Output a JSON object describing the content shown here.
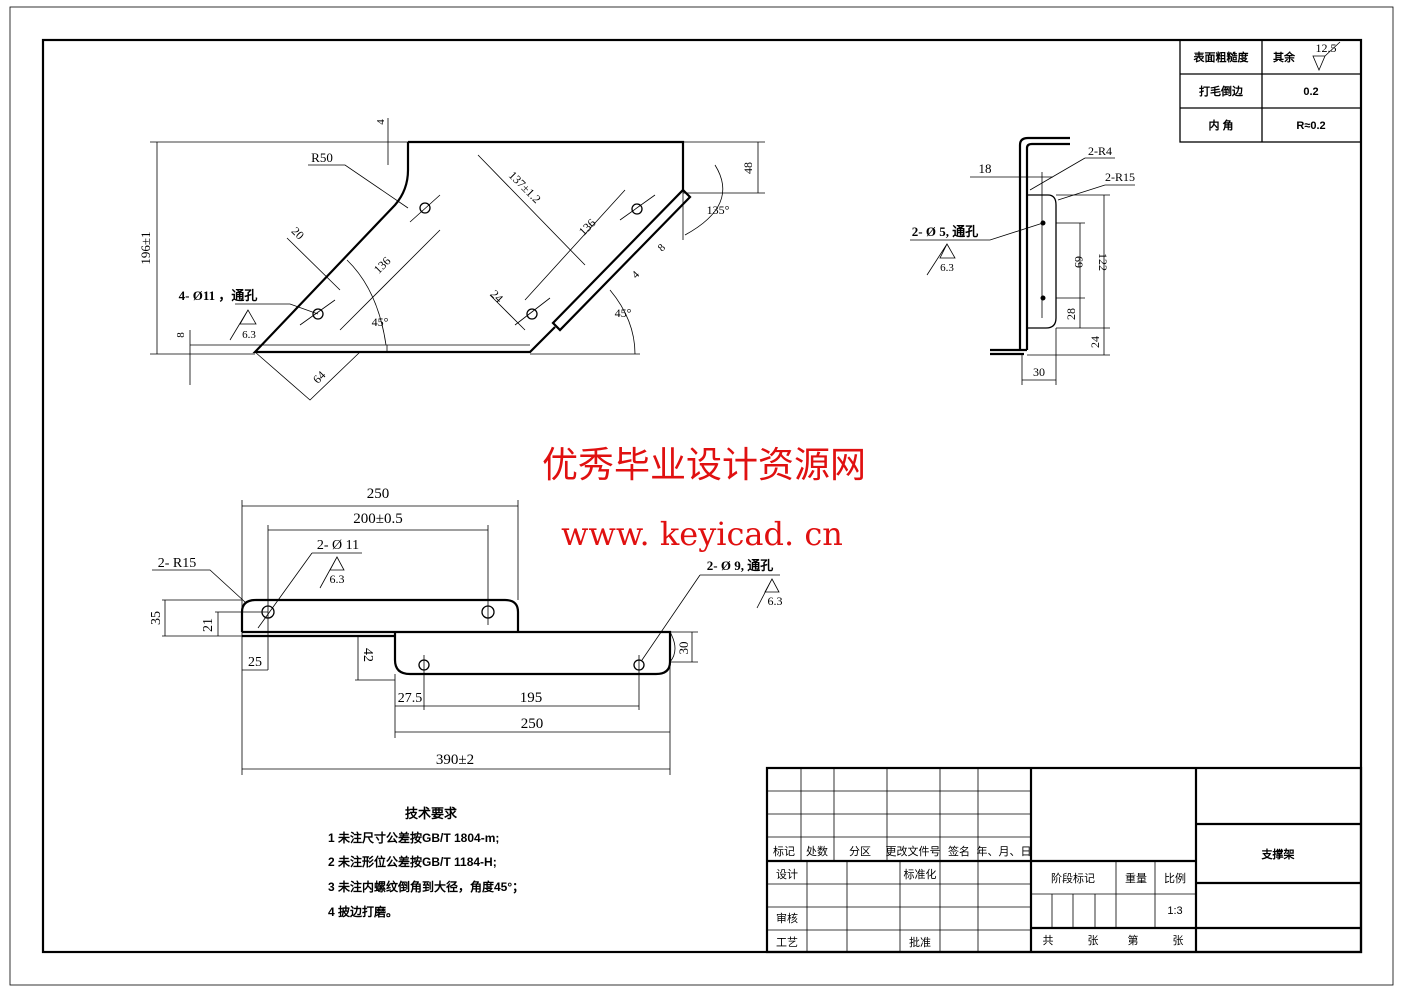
{
  "surface_table": {
    "rows": [
      {
        "label": "表面粗糙度",
        "value": "其余",
        "roughness": "12.5"
      },
      {
        "label": "打毛倒边",
        "value": "0.2"
      },
      {
        "label": "内    角",
        "value": "R≈0.2"
      }
    ]
  },
  "view_top_left": {
    "dims": {
      "height": "196±1",
      "r50": "R50",
      "four_top": "4",
      "dim_20": "20",
      "dim_136a": "136",
      "angle_45a": "45°",
      "dim_8": "8",
      "dim_64": "64",
      "dim_137": "137±1.2",
      "dim_136b": "136",
      "dim_24": "24",
      "dim_48": "48",
      "angle_135": "135°",
      "dim_8b": "8",
      "dim_4b": "4",
      "angle_45b": "45°"
    },
    "hole_note": "4- Ø11 ，通孔",
    "hole_roughness": "6.3"
  },
  "view_side": {
    "dims": {
      "dim_18": "18",
      "r4": "2-R4",
      "r15": "2-R15",
      "dim_69": "69",
      "dim_122": "122",
      "dim_28": "28",
      "dim_24": "24",
      "dim_30": "30"
    },
    "hole_note": "2- Ø 5, 通孔",
    "hole_roughness": "6.3"
  },
  "view_bottom": {
    "dims": {
      "dim_250a": "250",
      "dim_200": "200±0.5",
      "r15": "2- R15",
      "dim_35": "35",
      "dim_21": "21",
      "dim_25": "25",
      "dim_42": "42",
      "dim_27_5": "27.5",
      "dim_195": "195",
      "dim_250b": "250",
      "dim_390": "390±2",
      "dim_30": "30"
    },
    "hole_note_a": "2- Ø 11",
    "hole_roughness_a": "6.3",
    "hole_note_b": "2- Ø 9, 通孔",
    "hole_roughness_b": "6.3"
  },
  "watermark": {
    "title": "优秀毕业设计资源网",
    "url": "www. keyicad. cn",
    "color": "#e01010"
  },
  "tech_requirements": {
    "title": "技术要求",
    "items": [
      "1 未注尺寸公差按GB/T 1804-m;",
      "2 未注形位公差按GB/T 1184-H;",
      "3 未注内螺纹倒角到大径，角度45°；",
      "4 披边打磨。"
    ]
  },
  "title_block": {
    "revision_headers": [
      "标记",
      "处数",
      "分区",
      "更改文件号",
      "签名",
      "年、月、日"
    ],
    "design": "设计",
    "standardization": "标准化",
    "review": "审核",
    "process": "工艺",
    "approve": "批准",
    "stage_mark": "阶段标记",
    "weight": "重量",
    "scale_label": "比例",
    "scale_value": "1:3",
    "total": "共",
    "sheets": "张",
    "sheet_no": "第",
    "sheet_suffix": "张",
    "part_name": "支撑架"
  }
}
